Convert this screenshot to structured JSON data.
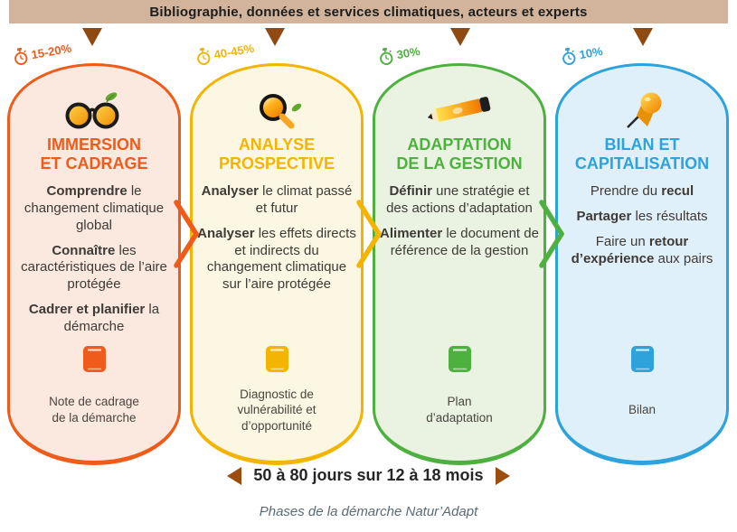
{
  "banner": {
    "text": "Bibliographie, données et services climatiques, acteurs et experts"
  },
  "timeline": {
    "duration": "50 à 80 jours sur 12 à 18 mois",
    "caption": "Phases de la démarche Natur’Adapt"
  },
  "colors": {
    "banner_bg": "#D2B39B",
    "banner_arrows": "#8E4A10",
    "footer_arrows": "#9C4D0F",
    "body_text": "#3E3A36",
    "caption_text": "#5A6B75"
  },
  "phases": [
    {
      "percent": "15-20%",
      "icon": "glasses-icon",
      "accent": "#EE5B1A",
      "fill": "#FBE9DF",
      "title_lines": [
        "IMMERSION",
        "ET CADRAGE"
      ],
      "items": [
        [
          {
            "t": "Comprendre",
            "b": true
          },
          {
            "t": " le changement climatique global",
            "b": false
          }
        ],
        [
          {
            "t": "Connaître",
            "b": true
          },
          {
            "t": " les caractéristiques de l’aire protégée",
            "b": false
          }
        ],
        [
          {
            "t": "Cadrer et planifier",
            "b": true
          },
          {
            "t": " la démarche",
            "b": false
          }
        ]
      ],
      "deliverable": "Note de cadrage de la démarche",
      "chevron_after": true
    },
    {
      "percent": "40-45%",
      "icon": "magnifier-icon",
      "accent": "#F3B501",
      "fill": "#FCF7E3",
      "title_lines": [
        "ANALYSE",
        "PROSPECTIVE"
      ],
      "items": [
        [
          {
            "t": "Analyser",
            "b": true
          },
          {
            "t": " le climat passé et futur",
            "b": false
          }
        ],
        [
          {
            "t": "Analyser",
            "b": true
          },
          {
            "t": " les effets directs et indirects du changement climatique sur l’aire protégée",
            "b": false
          }
        ]
      ],
      "deliverable": "Diagnostic de vulnérabilité et d’opportunité",
      "chevron_after": true
    },
    {
      "percent": "30%",
      "icon": "pencil-icon",
      "accent": "#4EB13F",
      "fill": "#EAF3E2",
      "title_lines": [
        "ADAPTATION",
        "DE LA GESTION"
      ],
      "items": [
        [
          {
            "t": "Définir",
            "b": true
          },
          {
            "t": " une stratégie et des actions d’adaptation",
            "b": false
          }
        ],
        [
          {
            "t": "Alimenter",
            "b": true
          },
          {
            "t": " le document de référence de la gestion",
            "b": false
          }
        ]
      ],
      "deliverable": "Plan d’adaptation",
      "chevron_after": true
    },
    {
      "percent": "10%",
      "icon": "pushpin-icon",
      "accent": "#2DA2DB",
      "fill": "#E0F0FA",
      "title_lines": [
        "BILAN ET",
        "CAPITALISATION"
      ],
      "items": [
        [
          {
            "t": "Prendre du ",
            "b": false
          },
          {
            "t": "recul",
            "b": true
          }
        ],
        [
          {
            "t": "Partager",
            "b": true
          },
          {
            "t": " les résultats",
            "b": false
          }
        ],
        [
          {
            "t": "Faire un ",
            "b": false
          },
          {
            "t": "retour d’expérience",
            "b": true
          },
          {
            "t": " aux pairs",
            "b": false
          }
        ]
      ],
      "deliverable": "Bilan",
      "chevron_after": false
    }
  ]
}
